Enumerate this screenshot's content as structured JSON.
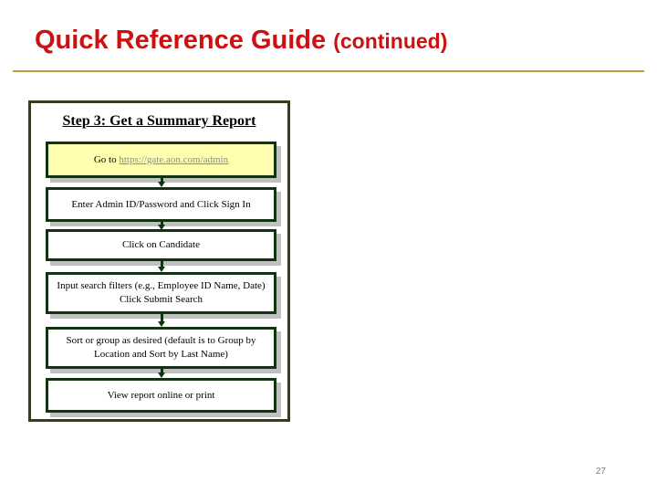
{
  "slide": {
    "title_main": "Quick Reference Guide",
    "title_suffix": "(continued)",
    "title_color": "#cc1111",
    "rule_color": "#b9a13d",
    "page_number": "27"
  },
  "flowchart": {
    "heading": "Step 3:  Get a Summary Report",
    "frame_border_color": "#3d3a16",
    "box_border_color": "#123312",
    "box_shadow_color": "#c0c0c0",
    "highlight_fill": "#ffffaf",
    "steps": [
      {
        "id": "go-to-url",
        "prefix": "Go to ",
        "link": "https://gate.aon.com/admin",
        "text": "Go to https://gate.aon.com/admin",
        "highlighted": true
      },
      {
        "id": "sign-in",
        "text": "Enter Admin ID/Password and Click Sign In",
        "highlighted": false
      },
      {
        "id": "click-candidate",
        "text": "Click on Candidate",
        "highlighted": false
      },
      {
        "id": "search-filters",
        "line1": "Input search filters (e.g., Employee ID Name, Date)",
        "line2": "Click Submit Search",
        "highlighted": false
      },
      {
        "id": "sort-group",
        "line1": "Sort or group as desired (default is to Group by",
        "line2": "Location and Sort by Last Name)",
        "highlighted": false
      },
      {
        "id": "view-report",
        "text": "View report online or print",
        "highlighted": false
      }
    ]
  }
}
